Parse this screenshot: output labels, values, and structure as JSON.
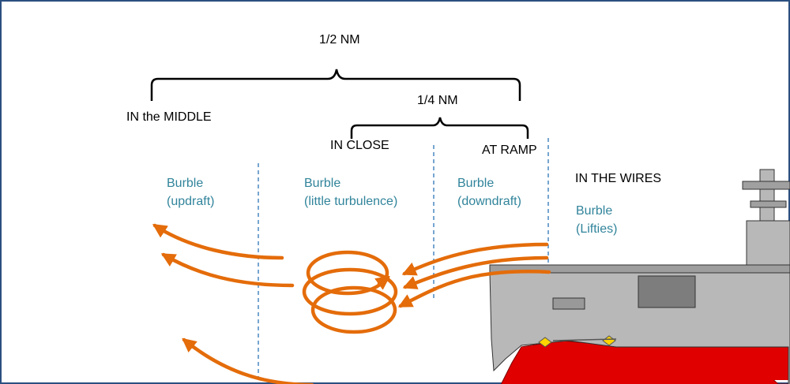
{
  "labels": {
    "half_nm": "1/2 NM",
    "quarter_nm": "1/4 NM",
    "in_the_middle": "IN the MIDDLE",
    "in_close": "IN CLOSE",
    "at_ramp": "AT RAMP",
    "in_the_wires": "IN THE WIRES"
  },
  "zones": [
    {
      "title": "Burble",
      "desc": "(updraft)"
    },
    {
      "title": "Burble",
      "desc": "(little turbulence)"
    },
    {
      "title": "Burble",
      "desc": "(downdraft)"
    },
    {
      "title": "Burble",
      "desc": "(Lifties)"
    }
  ],
  "colors": {
    "arrow": "#e46c0a",
    "zone_text": "#31849b",
    "divider": "#2e75b6",
    "hull": "#e00000",
    "superstructure": "#b8b8b8",
    "waterline": "#4472c4",
    "frame": "#2b4f80"
  }
}
